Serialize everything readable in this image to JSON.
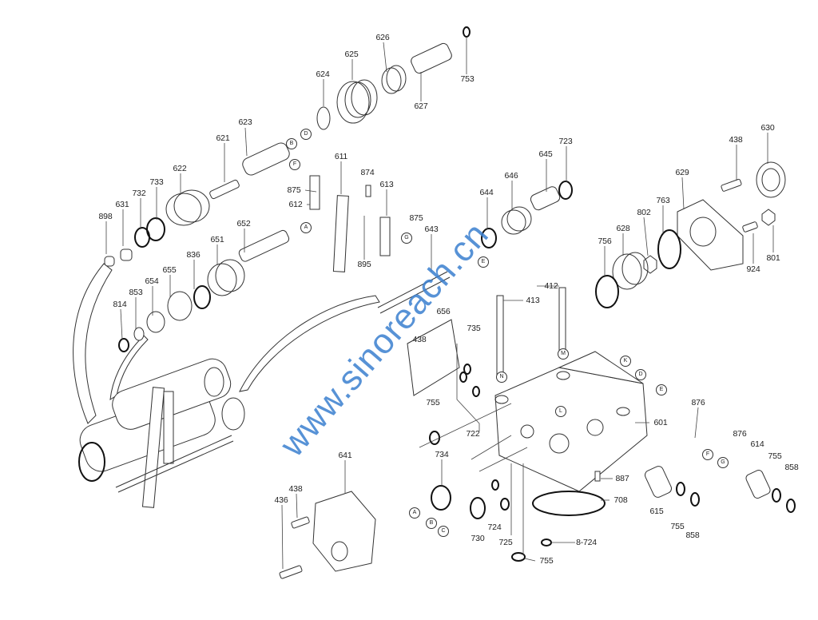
{
  "title": "Regulator exploded parts diagram",
  "watermark": "www.sinoreach.cn",
  "part_labels": [
    "626",
    "753",
    "625",
    "624",
    "627",
    "623",
    "621",
    "622",
    "733",
    "732",
    "631",
    "898",
    "611",
    "874",
    "613",
    "875",
    "612",
    "875",
    "643",
    "652",
    "651",
    "836",
    "655",
    "654",
    "853",
    "814",
    "895",
    "644",
    "646",
    "645",
    "723",
    "656",
    "438",
    "735",
    "412",
    "413",
    "630",
    "438",
    "629",
    "802",
    "763",
    "628",
    "756",
    "924",
    "801",
    "755",
    "722",
    "601",
    "876",
    "876",
    "614",
    "755",
    "858",
    "641",
    "734",
    "887",
    "708",
    "438",
    "436",
    "615",
    "755",
    "858",
    "724",
    "725",
    "730",
    "8-724",
    "755"
  ],
  "reference_letters": [
    "D",
    "B",
    "F",
    "A",
    "G",
    "E",
    "N",
    "M",
    "K",
    "D",
    "E",
    "L",
    "F",
    "G",
    "A",
    "B",
    "C"
  ]
}
